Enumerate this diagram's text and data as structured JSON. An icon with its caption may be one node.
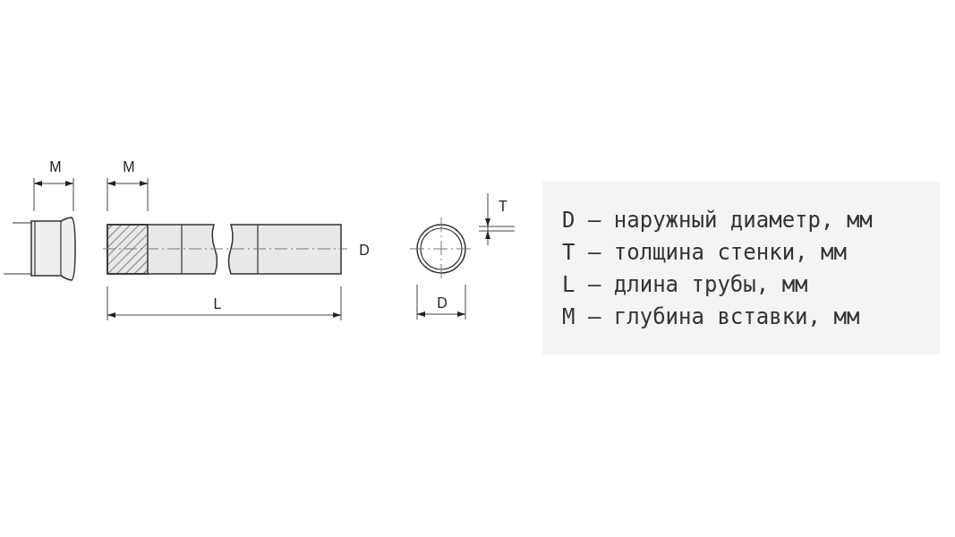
{
  "diagram": {
    "nodes": [
      {
        "text": [
          "D – наружный диаметр, мм",
          "T – толщина стенки, мм",
          "L – длина трубы, мм",
          "M – глубина вставки, мм"
        ]
      }
    ],
    "labels": [
      "M",
      "M",
      "T",
      "D",
      "L",
      "D"
    ]
  }
}
